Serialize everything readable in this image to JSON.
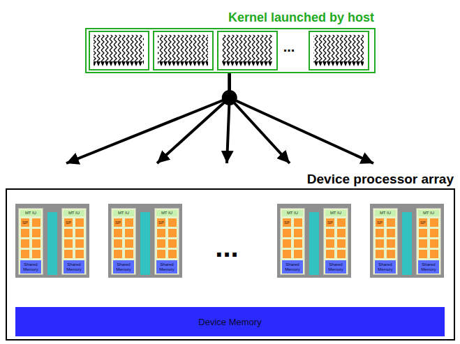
{
  "diagram": {
    "nodes": [
      {
        "text": [
          "Kernel launched by host"
        ]
      },
      {
        "text": [
          "Device processor array"
        ]
      },
      {
        "text": [
          "Device Memory"
        ],
        "in": 1
      }
    ],
    "edges": [
      {
        "from": 0,
        "to": 1,
        "arrow": "to"
      },
      {
        "from": 0,
        "to": 1,
        "arrow": "to"
      },
      {
        "from": 0,
        "to": 1,
        "arrow": "to"
      },
      {
        "from": 0,
        "to": 1,
        "arrow": "to"
      },
      {
        "from": 0,
        "to": 1,
        "arrow": "to"
      }
    ],
    "labels": [
      "...",
      "MT IU",
      "SP",
      "Shared Memory",
      "MT IU",
      "SP",
      "Shared Memory",
      "MT IU",
      "SP",
      "Shared Memory",
      "MT IU",
      "SP",
      "Shared Memory",
      "...",
      "MT IU",
      "SP",
      "Shared Memory",
      "MT IU",
      "SP",
      "Shared Memory",
      "MT IU",
      "SP",
      "Shared Memory",
      "MT IU",
      "SP",
      "Shared Memory"
    ]
  }
}
